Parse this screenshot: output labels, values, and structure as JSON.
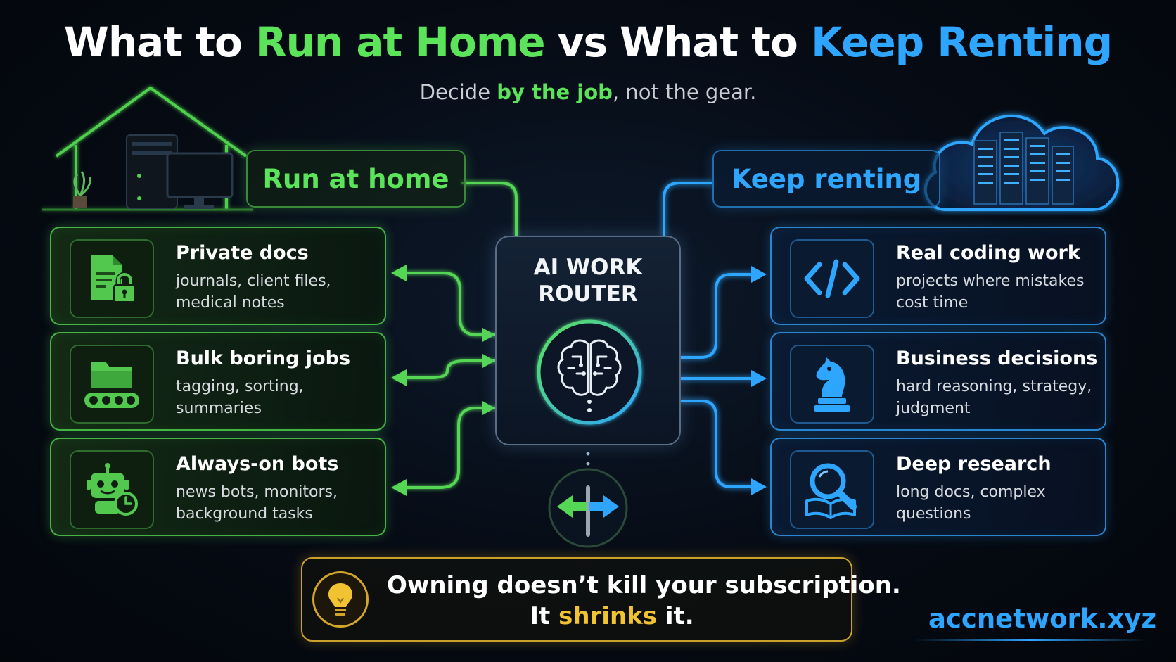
{
  "header": {
    "title_parts": {
      "p1": "What to ",
      "p2": "Run at Home",
      "p3": "vs",
      "p4": "What to ",
      "p5": "Keep Renting"
    },
    "subtitle_parts": {
      "p1": "Decide ",
      "p2": "by the job",
      "p3": ", not the gear."
    }
  },
  "home_section": {
    "label": "Run at home",
    "color": "#5be35a",
    "cards": [
      {
        "title": "Private docs",
        "desc": "journals, client files, medical notes",
        "icon": "locked-document-icon"
      },
      {
        "title": "Bulk boring jobs",
        "desc": "tagging, sorting, summaries",
        "icon": "folder-conveyor-icon"
      },
      {
        "title": "Always-on bots",
        "desc": "news bots, monitors, background tasks",
        "icon": "robot-clock-icon"
      }
    ]
  },
  "rent_section": {
    "label": "Keep renting",
    "color": "#2ea6ff",
    "cards": [
      {
        "title": "Real coding work",
        "desc": "projects where mistakes cost time",
        "icon": "code-brackets-icon"
      },
      {
        "title": "Business decisions",
        "desc": "hard reasoning, strategy, judgment",
        "icon": "chess-knight-icon"
      },
      {
        "title": "Deep research",
        "desc": "long docs, complex questions",
        "icon": "magnifier-book-icon"
      }
    ]
  },
  "router": {
    "title": "AI WORK ROUTER",
    "icon": "brain-circuit-icon"
  },
  "callout": {
    "line1": "Owning doesn’t kill your subscription.",
    "line2_parts": {
      "p1": "It ",
      "p2": "shrinks",
      "p3": " it."
    },
    "icon": "lightbulb-icon",
    "accent": "#f1c232"
  },
  "footer": {
    "site": "accnetwork.xyz"
  }
}
